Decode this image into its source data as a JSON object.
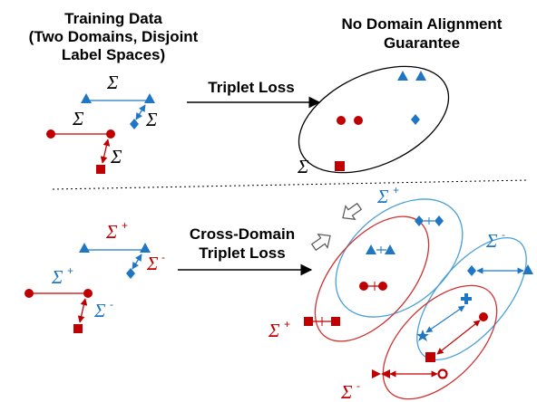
{
  "colors": {
    "red": "#c00000",
    "blue": "#1f77c4",
    "black": "#000000",
    "ellipse_red": "#d03030",
    "ellipse_blue": "#4aa0d8"
  },
  "top": {
    "title_lines": [
      "Training Data",
      "(Two Domains, Disjoint",
      "Label Spaces)"
    ],
    "arrow_label": "Triplet Loss",
    "result_lines": [
      "No Domain Alignment",
      "Guarantee"
    ],
    "sigma": "Σ"
  },
  "bottom": {
    "arrow_label_lines": [
      "Cross-Domain",
      "Triplet Loss"
    ],
    "sigma": "Σ",
    "sup_plus": "+",
    "sup_minus": "-"
  }
}
